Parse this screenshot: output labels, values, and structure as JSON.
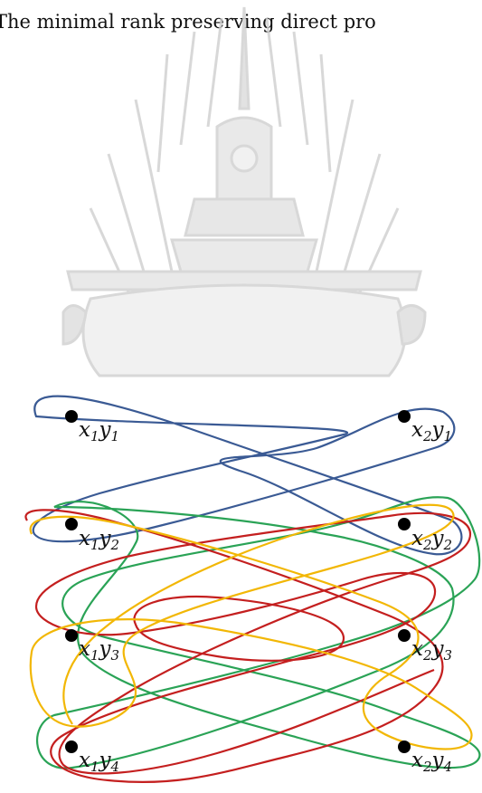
{
  "caption": "The minimal rank preserving direct pro",
  "watermark": {
    "description": "university crest watermark",
    "color": "#c8c8c8"
  },
  "colors": {
    "blue": "#3a5a94",
    "green": "#2aa356",
    "red": "#c41f1f",
    "yellow": "#f2b705",
    "node": "#000000"
  },
  "nodes": [
    {
      "id": "x1y1",
      "base1": "x",
      "sub1": "1",
      "base2": "y",
      "sub2": "1"
    },
    {
      "id": "x2y1",
      "base1": "x",
      "sub1": "2",
      "base2": "y",
      "sub2": "1"
    },
    {
      "id": "x1y2",
      "base1": "x",
      "sub1": "1",
      "base2": "y",
      "sub2": "2"
    },
    {
      "id": "x2y2",
      "base1": "x",
      "sub1": "2",
      "base2": "y",
      "sub2": "2"
    },
    {
      "id": "x1y3",
      "base1": "x",
      "sub1": "1",
      "base2": "y",
      "sub2": "3"
    },
    {
      "id": "x2y3",
      "base1": "x",
      "sub1": "2",
      "base2": "y",
      "sub2": "3"
    },
    {
      "id": "x1y4",
      "base1": "x",
      "sub1": "1",
      "base2": "y",
      "sub2": "4"
    },
    {
      "id": "x2y4",
      "base1": "x",
      "sub1": "2",
      "base2": "y",
      "sub2": "4"
    }
  ]
}
